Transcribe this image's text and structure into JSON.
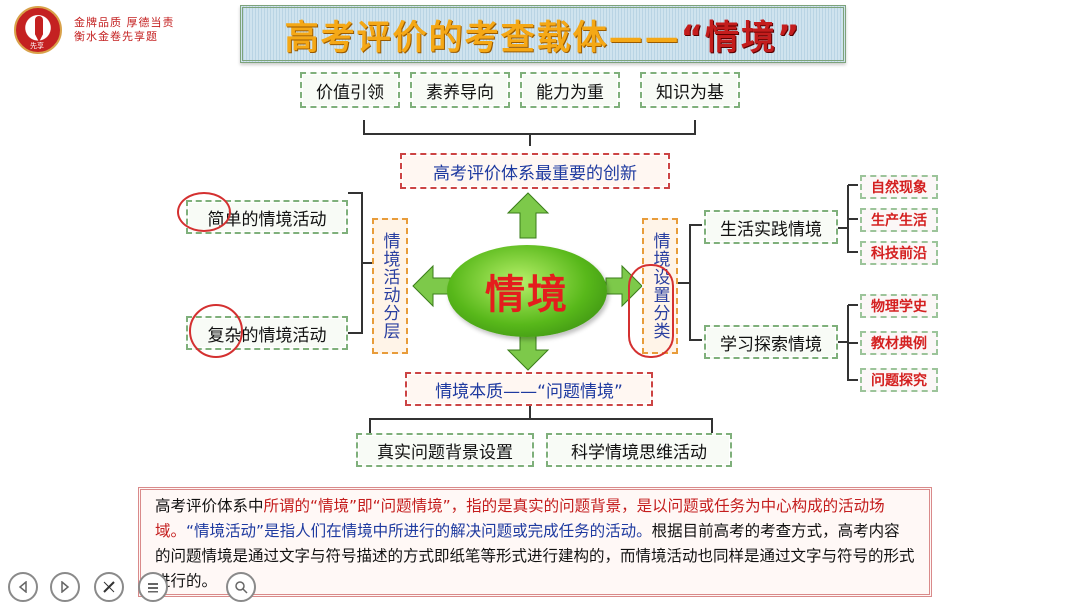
{
  "logo": {
    "line1": "金牌品质 厚德当责",
    "line2": "衡水金卷先享题",
    "seal": "先享"
  },
  "title": {
    "main": "高考评价的考查载体——",
    "quoted": "“情境”"
  },
  "top_boxes": [
    "价值引领",
    "素养导向",
    "能力为重",
    "知识为基"
  ],
  "innovation": "高考评价体系最重要的创新",
  "center": "情境",
  "left_vertical": "情境活动分层",
  "right_vertical": "情境设置分类",
  "left_items": [
    "简单的情境活动",
    "复杂的情境活动"
  ],
  "right_items": [
    "生活实践情境",
    "学习探索情境"
  ],
  "right_sub_1": [
    "自然现象",
    "生产生活",
    "科技前沿"
  ],
  "right_sub_2": [
    "物理学史",
    "教材典例",
    "问题探究"
  ],
  "essence": "情境本质——“问题情境”",
  "bottom_boxes": [
    "真实问题背景设置",
    "科学情境思维活动"
  ],
  "info": {
    "p1": "高考评价体系中",
    "p2": "所谓的“情境”即“问题情境”，指的是真实的问题背景，是以问题或任务为中心构成的活动场域。",
    "p3": "“情境活动”是指人们在情境中所进行的解决问题或完成任务的活动。",
    "p4": "根据目前高考的考查方式，高考内容的问题情境是通过文字与符号描述的方式即纸笔等形式进行建构的，而情境活动也同样是通过文字与符号的形式进行的。"
  },
  "colors": {
    "accent_red": "#c41d1d",
    "accent_blue": "#1e3aa0",
    "green": "#58b81a",
    "title_orange": "#f5a816"
  },
  "nav_icons": [
    "prev-icon",
    "next-icon",
    "pen-icon",
    "menu-icon",
    "zoom-icon"
  ]
}
